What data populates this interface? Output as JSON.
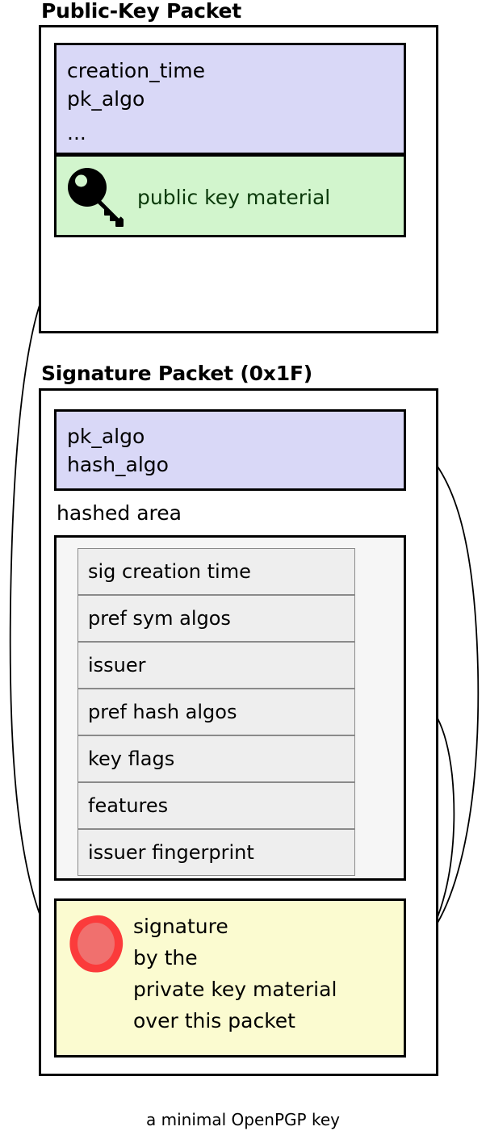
{
  "diagram": {
    "caption": "a minimal OpenPGP key",
    "colors": {
      "lavender": "#d9d8f7",
      "green": "#d2f5cd",
      "yellow": "#fbfbd0",
      "grey_row": "#eeeeee",
      "grey_area": "#f6f6f6",
      "seal_outer": "#fb3b3b",
      "seal_inner": "#f0706e",
      "stroke": "#000000"
    },
    "packets": [
      {
        "id": "public-key-packet",
        "title": "Public-Key Packet",
        "fields": [
          {
            "id": "pubkey-header-fields",
            "style": "lavender",
            "lines": [
              "creation_time",
              "pk_algo",
              "..."
            ]
          },
          {
            "id": "public-key-material",
            "style": "green",
            "icon": "key-icon",
            "lines": [
              "public key material"
            ]
          }
        ]
      },
      {
        "id": "signature-packet",
        "title": "Signature Packet (0x1F)",
        "fields": [
          {
            "id": "sig-algo-fields",
            "style": "lavender",
            "lines": [
              "pk_algo",
              "hash_algo"
            ]
          }
        ],
        "hashed_area": {
          "label": "hashed area",
          "subpackets": [
            "sig creation time",
            "pref sym algos",
            "issuer",
            "pref hash algos",
            "key flags",
            "features",
            "issuer fingerprint"
          ]
        },
        "signature_block": {
          "id": "signature-value",
          "style": "yellow",
          "icon": "wax-seal-icon",
          "lines": [
            "signature",
            "by the",
            "private key material",
            "over this packet"
          ]
        }
      }
    ],
    "arrows": [
      {
        "id": "arrow-pubkey-to-signature",
        "from": "public-key-packet",
        "to": "signature-value",
        "description": "public key material is covered by the signature"
      },
      {
        "id": "arrow-signature-to-sig-algo-fields",
        "from": "signature-value",
        "to": "sig-algo-fields",
        "description": "signature covers pk_algo / hash_algo"
      },
      {
        "id": "arrow-signature-to-hashed-area",
        "from": "signature-value",
        "to": "hashed-area",
        "description": "signature covers the hashed area"
      }
    ]
  }
}
